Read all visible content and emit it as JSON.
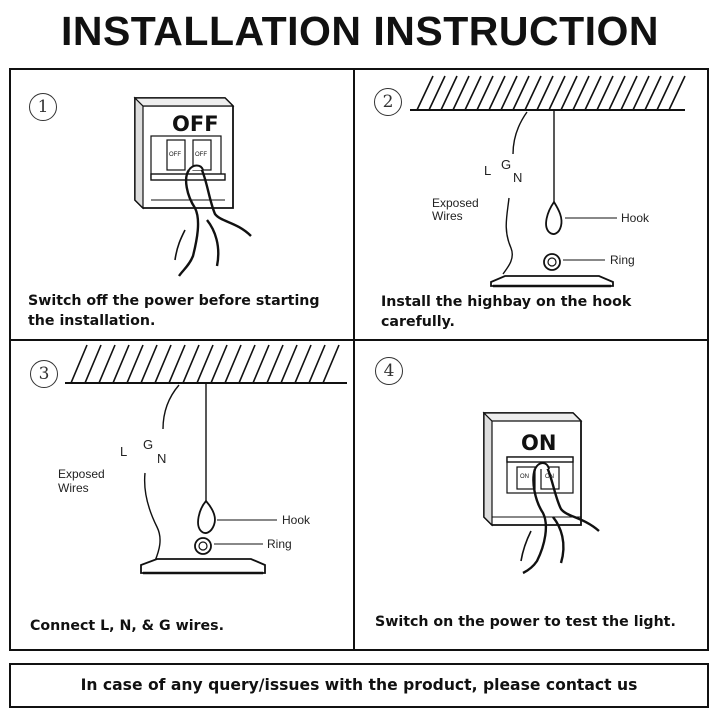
{
  "title": "INSTALLATION INSTRUCTION",
  "steps": [
    {
      "number": "1",
      "caption_line1": "Switch off the power before starting",
      "caption_line2": "the installation.",
      "switch_label": "OFF",
      "toggle_label": "OFF"
    },
    {
      "number": "2",
      "caption_line1": "Install the highbay on the hook",
      "caption_line2": "carefully.",
      "wire_L": "L",
      "wire_G": "G",
      "wire_N": "N",
      "exposed_line1": "Exposed",
      "exposed_line2": "Wires",
      "hook_label": "Hook",
      "ring_label": "Ring"
    },
    {
      "number": "3",
      "caption_line1": "Connect L, N, & G wires.",
      "wire_L": "L",
      "wire_G": "G",
      "wire_N": "N",
      "exposed_line1": "Exposed",
      "exposed_line2": "Wires",
      "hook_label": "Hook",
      "ring_label": "Ring"
    },
    {
      "number": "4",
      "caption_line1": "Switch on the power to test the light.",
      "switch_label": "ON",
      "toggle_label": "ON"
    }
  ],
  "footer": "In case of any query/issues with the product, please contact us"
}
